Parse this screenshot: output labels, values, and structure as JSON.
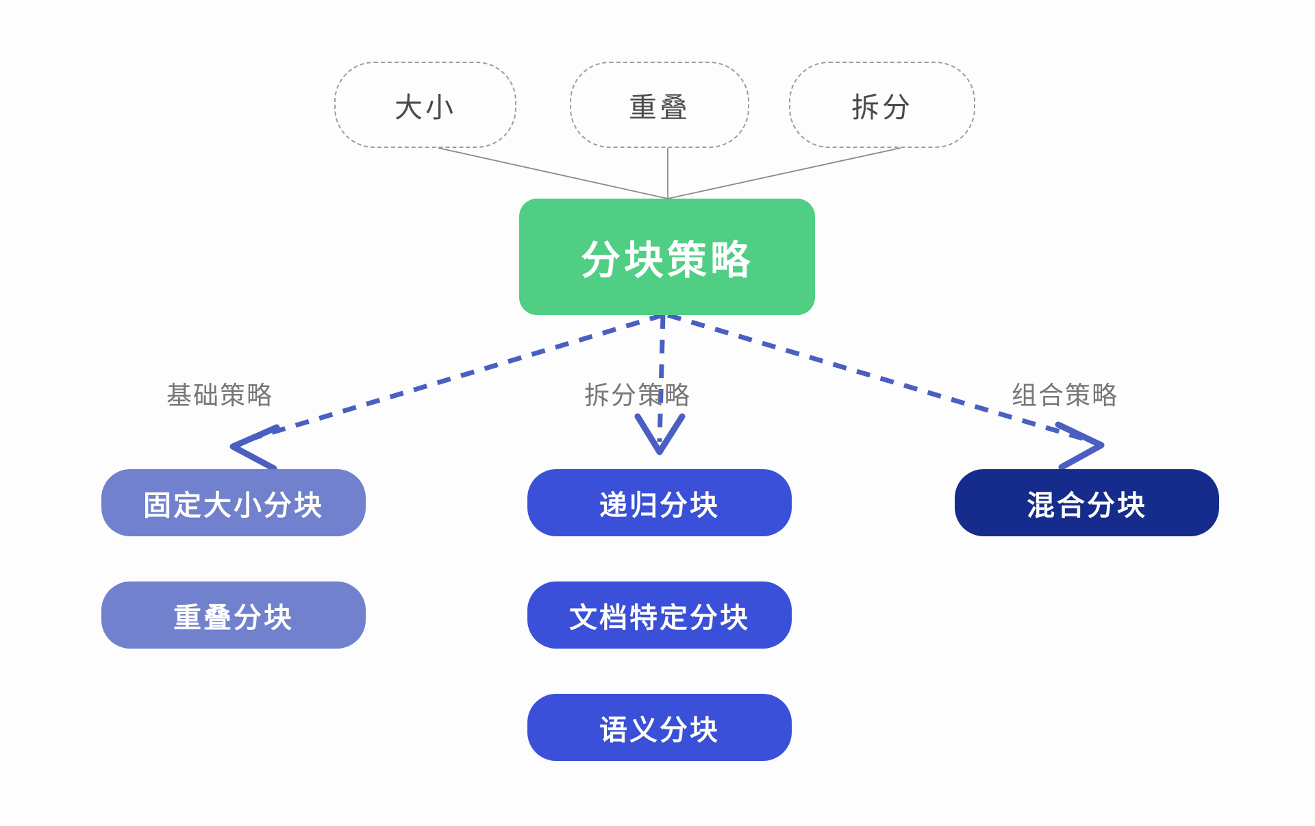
{
  "diagram": {
    "title": "分块策略",
    "root": {
      "label": "分块策略",
      "color": "#4fce84",
      "text_color": "#ffffff"
    },
    "attributes": [
      {
        "label": "大小",
        "name": "chip-size"
      },
      {
        "label": "重叠",
        "name": "chip-overlap"
      },
      {
        "label": "拆分",
        "name": "chip-split"
      }
    ],
    "attribute_style": {
      "border_color": "#9d9d9d",
      "text_color": "#4a4a4a",
      "border_style": "dashed"
    },
    "connector_color": "#8a8a8a",
    "arrow_color": "#4a5fc1",
    "branches": [
      {
        "label": "基础策略",
        "name": "branch-basic",
        "color": "#7181ce",
        "items": [
          {
            "label": "固定大小分块"
          },
          {
            "label": "重叠分块"
          }
        ]
      },
      {
        "label": "拆分策略",
        "name": "branch-split",
        "color": "#3a50d8",
        "items": [
          {
            "label": "递归分块"
          },
          {
            "label": "文档特定分块"
          },
          {
            "label": "语义分块"
          }
        ]
      },
      {
        "label": "组合策略",
        "name": "branch-composite",
        "color": "#152c8c",
        "items": [
          {
            "label": "混合分块"
          }
        ]
      }
    ],
    "label_color": "#777777"
  }
}
